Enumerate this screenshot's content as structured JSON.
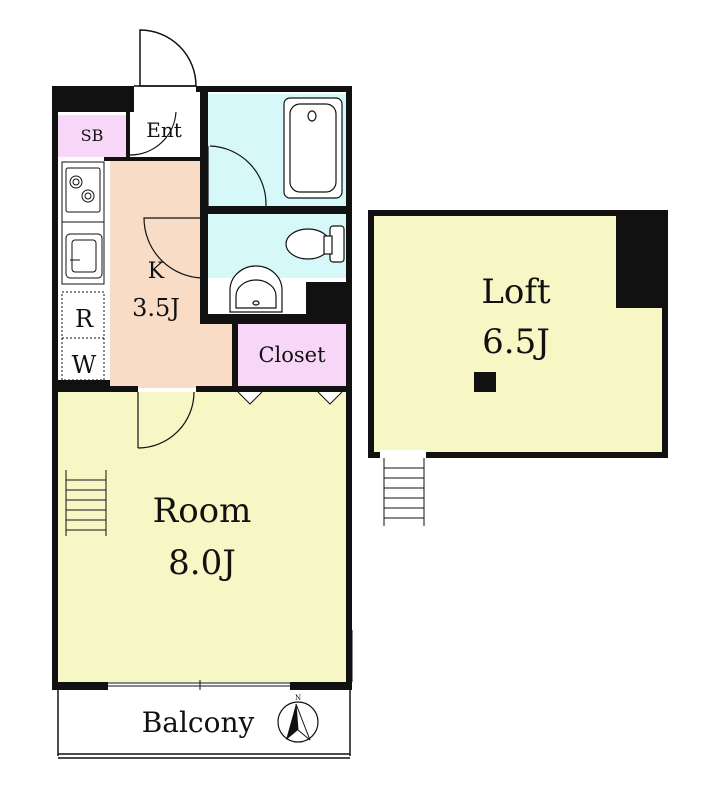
{
  "labels": {
    "sb": "SB",
    "ent": "Ent",
    "kitchen_name": "K",
    "kitchen_size": "3.5J",
    "r": "R",
    "w": "W",
    "closet": "Closet",
    "room_name": "Room",
    "room_size": "8.0J",
    "balcony": "Balcony",
    "loft_name": "Loft",
    "loft_size": "6.5J",
    "compass_n": "N"
  },
  "colors": {
    "wall": "#111111",
    "room_fill": "#f7f7c6",
    "loft_fill": "#f7f7c6",
    "kitchen_fill": "#f8dcc6",
    "bath_fill": "#d6f8f8",
    "closet_fill": "#f8d6f8",
    "shoebox_fill": "#f8d6f8",
    "balcony_fill": "#ffffff"
  }
}
